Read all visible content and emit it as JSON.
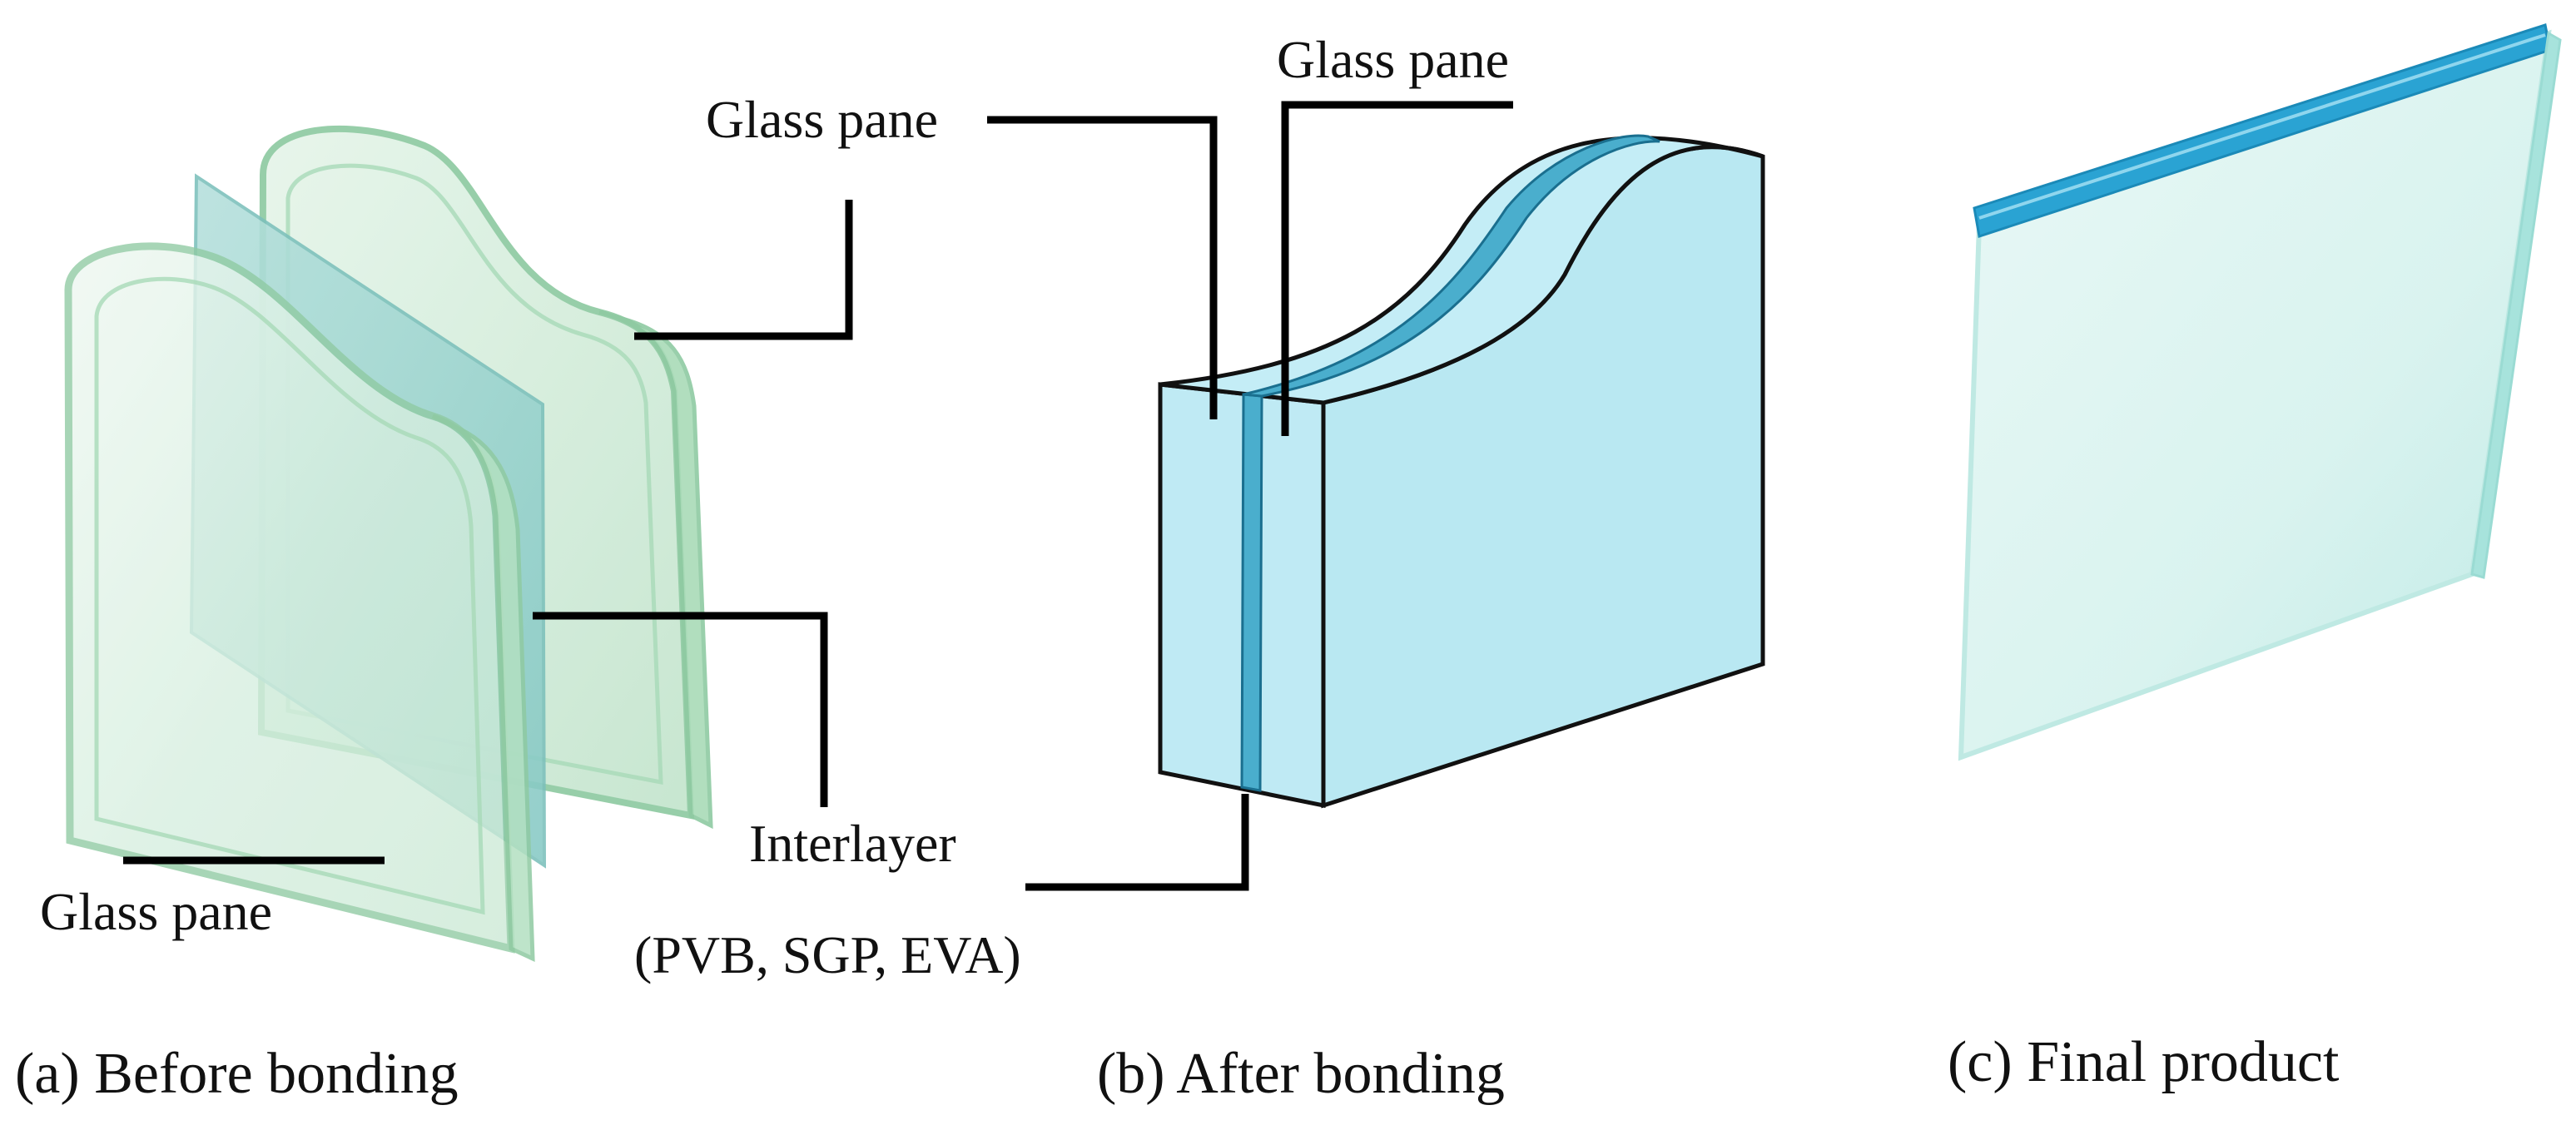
{
  "labels": {
    "glass_pane_top_right": "Glass pane",
    "glass_pane_top_left": "Glass pane",
    "glass_pane_bottom": "Glass pane",
    "interlayer": "Interlayer",
    "interlayer_materials": "(PVB, SGP, EVA)"
  },
  "captions": {
    "a": "(a) Before bonding",
    "b": "(b) After bonding",
    "c": "(c) Final product"
  },
  "colors": {
    "glass_green": "#c9ead6",
    "glass_green_edge": "#8fcaa2",
    "interlayer_teal": "#8fcfd0",
    "laminate_blue": "#b9e8f2",
    "laminate_interlayer": "#4aaecd",
    "product_face": "#d6f3ef",
    "product_edge": "#2aa3d3",
    "leader_line": "#000000"
  }
}
